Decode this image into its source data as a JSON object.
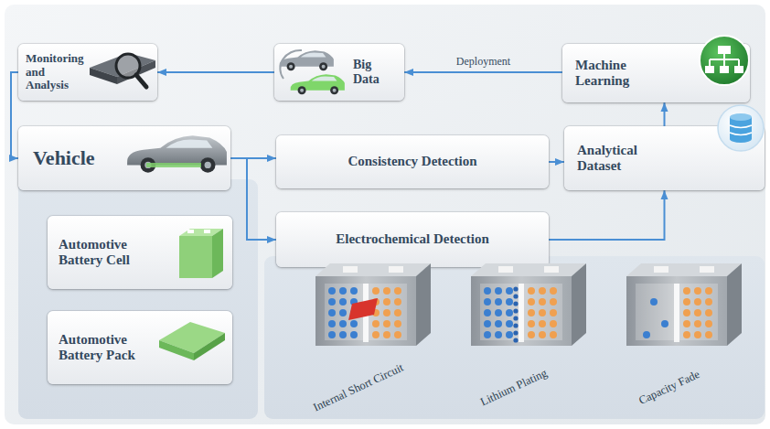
{
  "diagram": {
    "nodes": [
      {
        "text": [
          "Monitoring and Analysis"
        ]
      },
      {
        "text": [
          "Big Data"
        ]
      },
      {
        "text": [
          "Machine Learning"
        ]
      },
      {
        "text": [
          "Vehicle"
        ]
      },
      {
        "text": [
          "Consistency Detection"
        ]
      },
      {
        "text": [
          "Analytical Dataset"
        ]
      },
      {
        "text": [
          "Automotive Battery Cell"
        ]
      },
      {
        "text": [
          "Electrochemical Detection"
        ]
      },
      {
        "text": [
          "Automotive Battery Pack"
        ]
      }
    ],
    "edges": [
      {
        "from": 2,
        "to": 1,
        "arrow": "to",
        "label": "Deployment"
      },
      {
        "from": 1,
        "to": 0,
        "arrow": "to"
      },
      {
        "from": 0,
        "to": 3,
        "arrow": "to"
      },
      {
        "from": 3,
        "to": 4,
        "arrow": "to"
      },
      {
        "from": 3,
        "to": 7,
        "arrow": "to"
      },
      {
        "from": 4,
        "to": 5,
        "arrow": "to"
      },
      {
        "from": 7,
        "to": 5,
        "arrow": "to"
      },
      {
        "from": 5,
        "to": 2,
        "arrow": "to"
      }
    ],
    "labels": [
      "Internal Short Circuit",
      "Lithium Plating",
      "Capacity Fade"
    ]
  }
}
